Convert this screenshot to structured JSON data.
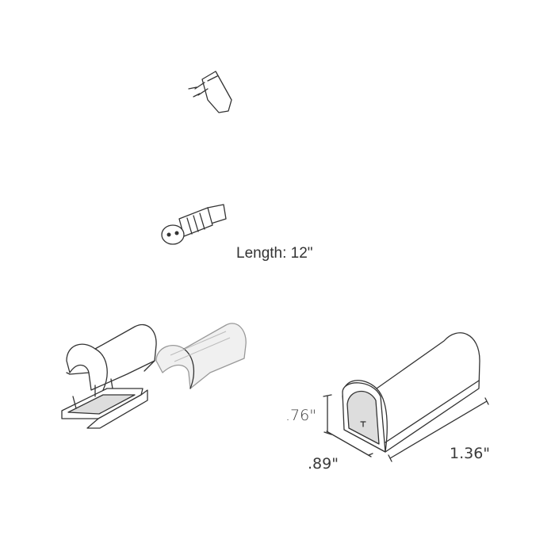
{
  "cord": {
    "length_label": "Length: 12\""
  },
  "dimensions": {
    "height": ".76\"",
    "depth": ".89\"",
    "width": "1.36\""
  }
}
